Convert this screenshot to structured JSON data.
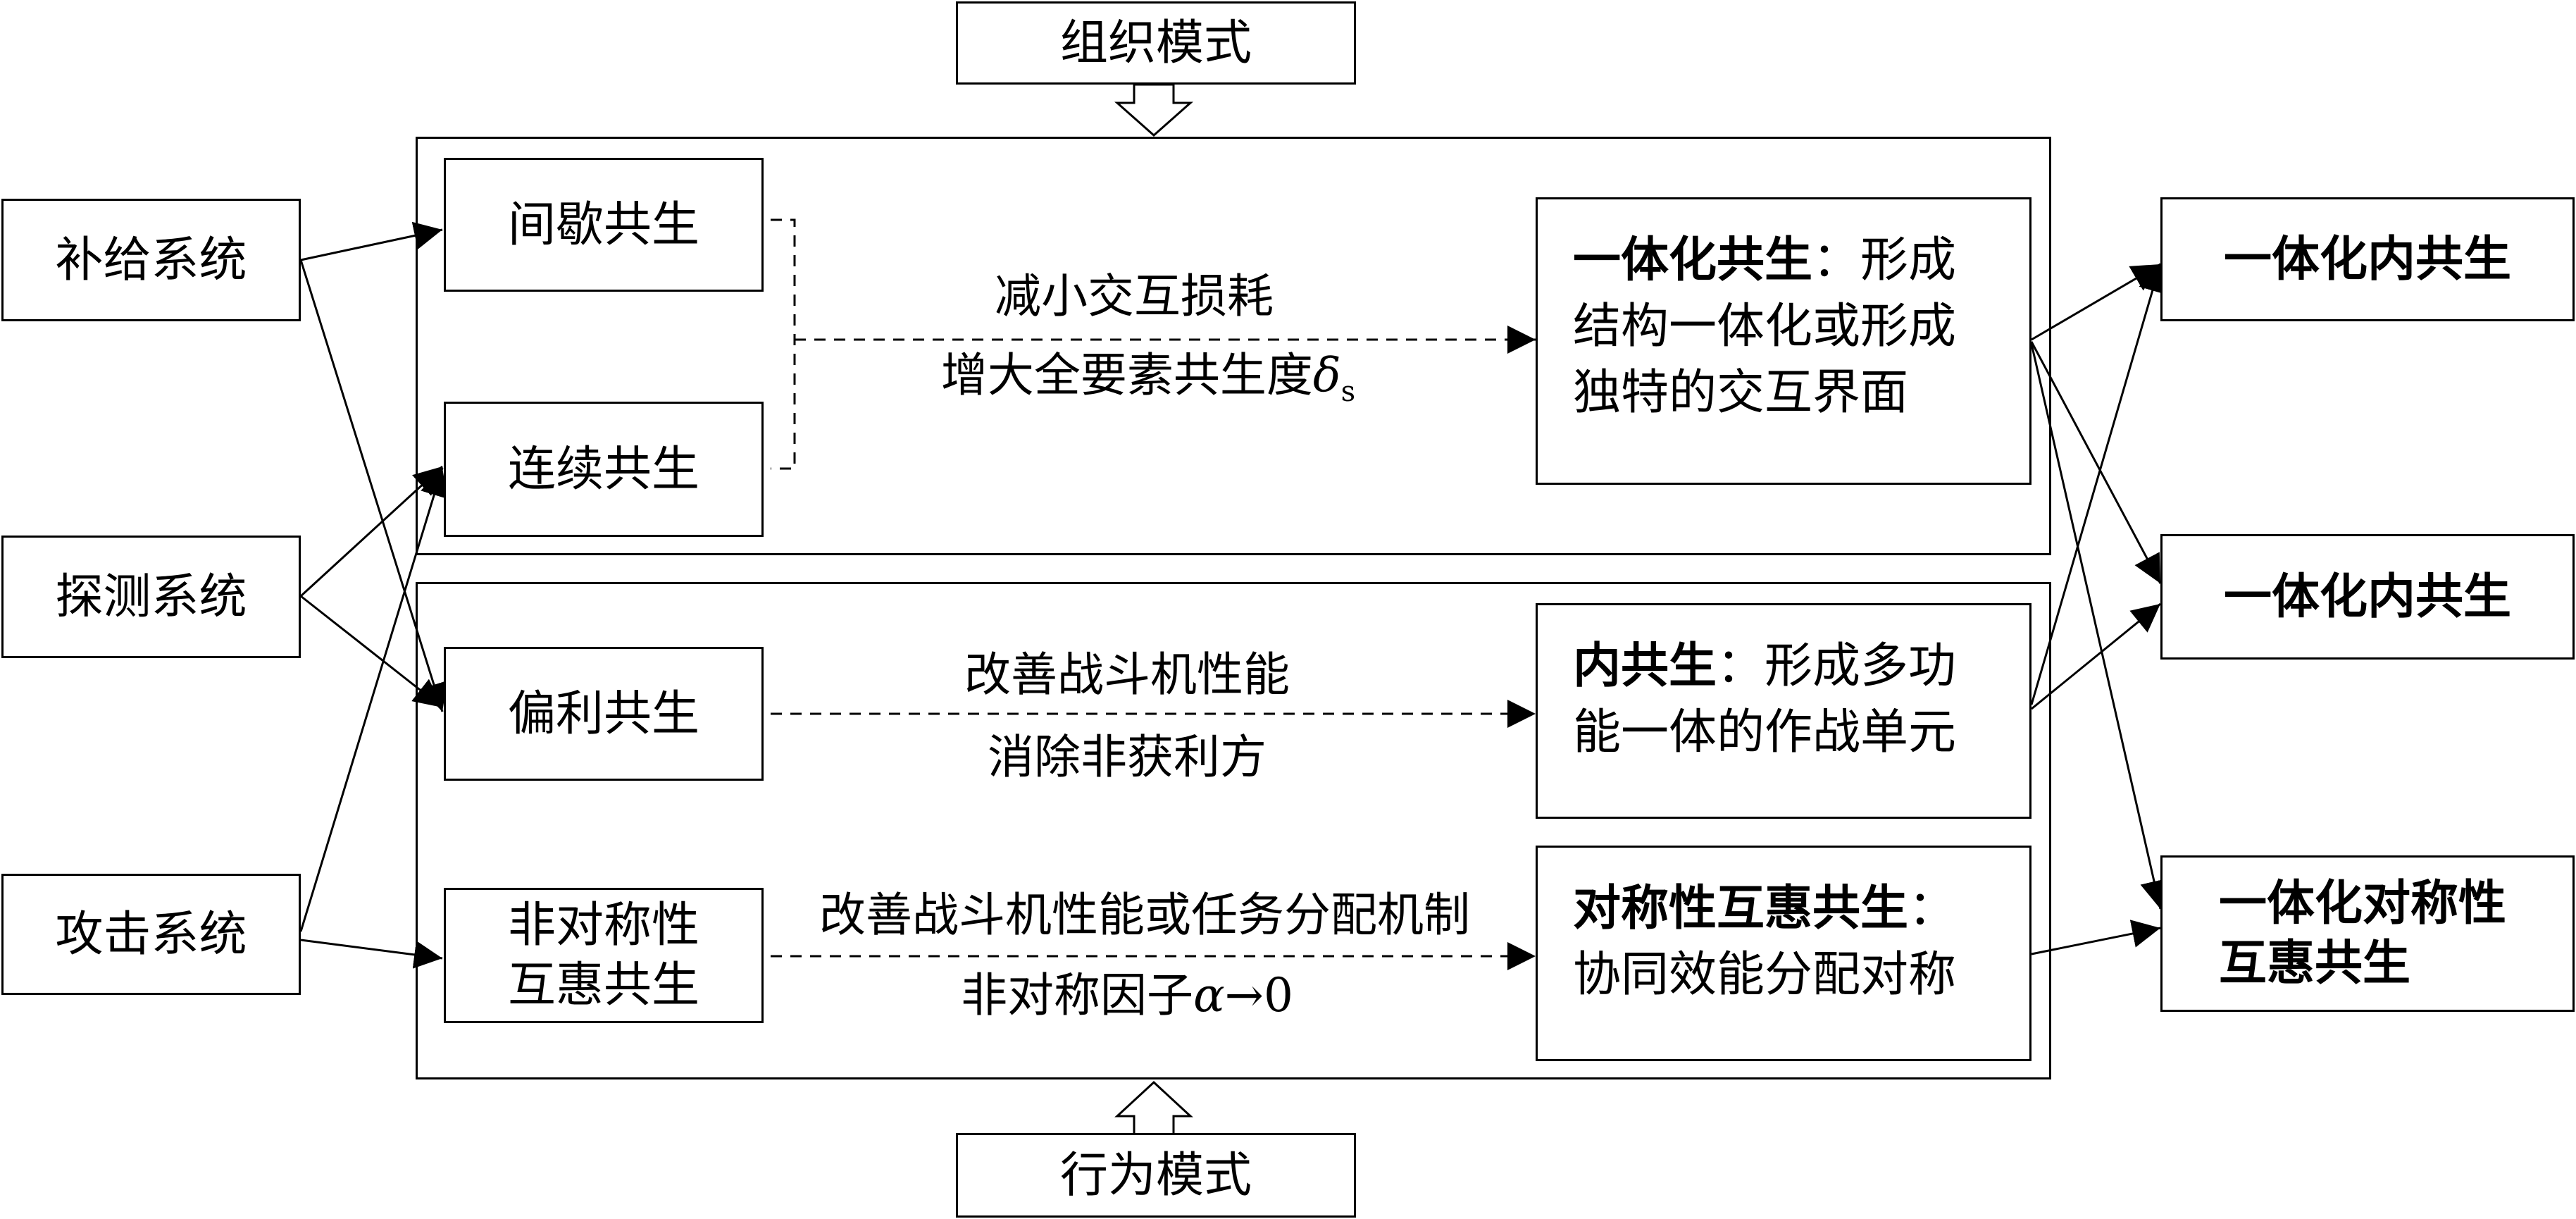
{
  "top_mode": "组织模式",
  "bottom_mode": "行为模式",
  "sources": {
    "supply": "补给系统",
    "detect": "探测系统",
    "attack": "攻击系统"
  },
  "modes": {
    "intermittent": "间歇共生",
    "continuous": "连续共生",
    "commensal": "偏利共生",
    "asym_line1": "非对称性",
    "asym_line2": "互惠共生"
  },
  "paths": {
    "p1_line1": "减小交互损耗",
    "p1_line2_prefix": "增大全要素共生度",
    "p1_symbol": "δ",
    "p1_subscript": "s",
    "p2_line1": "改善战斗机性能",
    "p2_line2": "消除非获利方",
    "p3_line1": "改善战斗机性能或任务分配机制",
    "p3_line2_prefix": "非对称因子",
    "p3_symbol": "α",
    "p3_suffix": "→0"
  },
  "results": {
    "r1_title": "一体化共生",
    "r1_text": "：形成结构一体化或形成独特的交互界面",
    "r2_title": "内共生",
    "r2_text": "：形成多功能一体的作战单元",
    "r3_title": "对称性互惠共生",
    "r3_text": "：协同效能分配对称"
  },
  "outcomes": {
    "o1": "一体化内共生",
    "o2": "一体化内共生",
    "o3_line1": "一体化对称性",
    "o3_line2": "互惠共生"
  }
}
